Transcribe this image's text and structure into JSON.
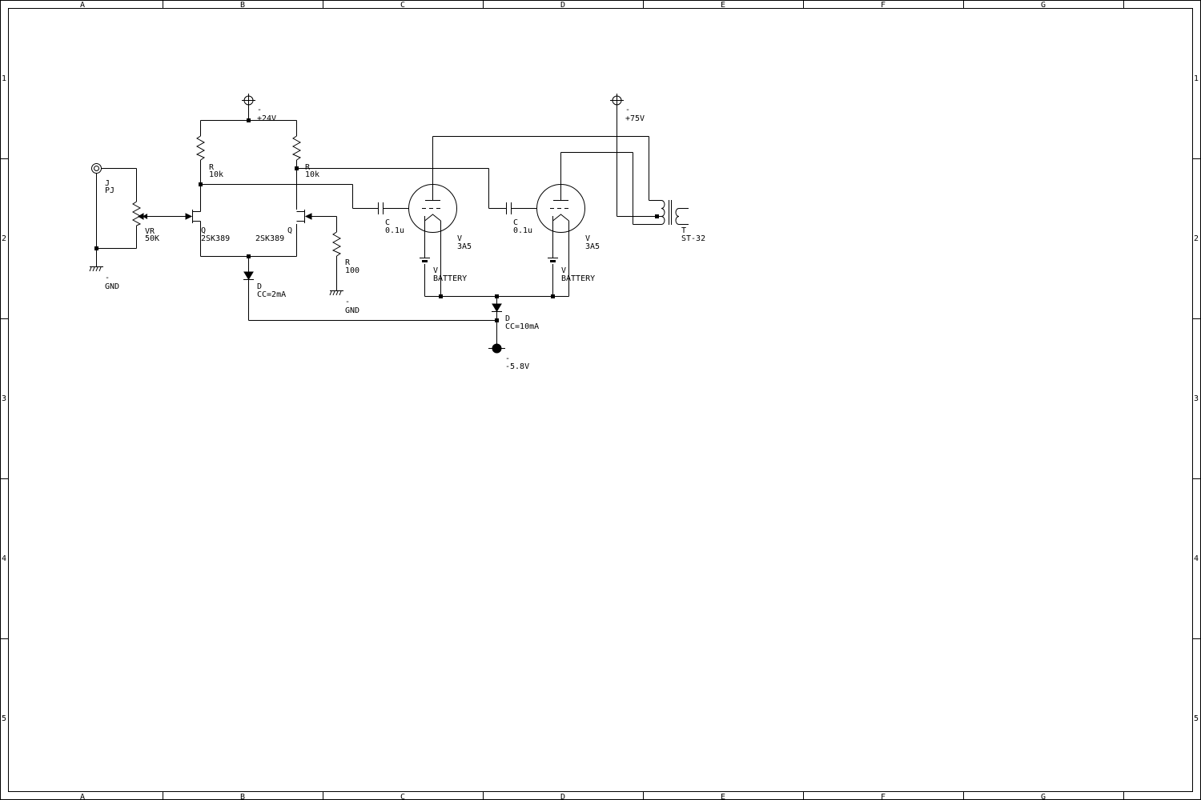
{
  "frame": {
    "columns": [
      "A",
      "B",
      "C",
      "D",
      "E",
      "F",
      "G"
    ],
    "rows": [
      "1",
      "2",
      "3",
      "4",
      "5"
    ]
  },
  "labels": {
    "jack_ref": "J",
    "jack_val": "PJ",
    "vr_ref": "VR",
    "vr_val": "50K",
    "gnd1_ref": "-",
    "gnd1_val": "GND",
    "vcc24_ref": "-",
    "vcc24_val": "+24V",
    "r1_ref": "R",
    "r1_val": "10k",
    "r2_ref": "R",
    "r2_val": "10k",
    "q1_ref": "Q",
    "q1_val": "2SK389",
    "q2_ref": "Q",
    "q2_val": "2SK389",
    "r3_ref": "R",
    "r3_val": "100",
    "gnd2_ref": "-",
    "gnd2_val": "GND",
    "d1_ref": "D",
    "d1_val": "CC=2mA",
    "c1_ref": "C",
    "c1_val": "0.1u",
    "c2_ref": "C",
    "c2_val": "0.1u",
    "v1_ref": "V",
    "v1_val": "3A5",
    "v2_ref": "V",
    "v2_val": "3A5",
    "bat1_ref": "V",
    "bat1_val": "BATTERY",
    "bat2_ref": "V",
    "bat2_val": "BATTERY",
    "d2_ref": "D",
    "d2_val": "CC=10mA",
    "vneg_ref": "-",
    "vneg_val": "-5.8V",
    "vcc75_ref": "-",
    "vcc75_val": "+75V",
    "t_ref": "T",
    "t_val": "ST-32"
  }
}
